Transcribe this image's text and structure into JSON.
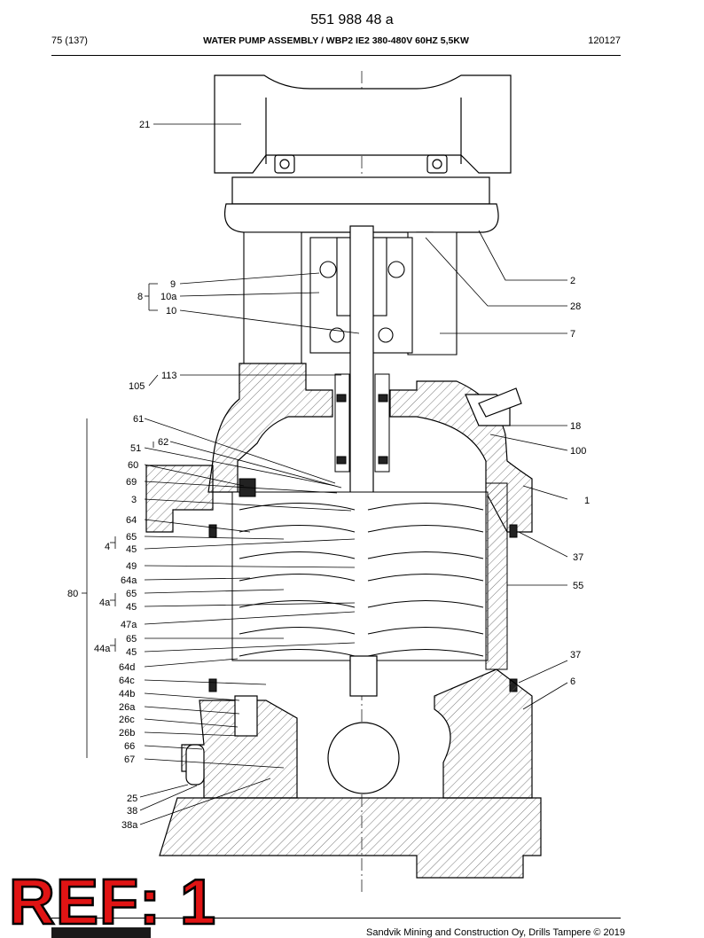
{
  "document_number": "551 988 48 a",
  "header": {
    "page": "75 (137)",
    "title": "WATER PUMP ASSEMBLY / WBP2 IE2 380-480V 60HZ 5,5KW",
    "code": "120127"
  },
  "ref_badge": "REF: 1",
  "footer": {
    "copyright": "Sandvik Mining and Construction Oy, Drills Tampere © 2019"
  },
  "callouts": {
    "c21": "21",
    "c2": "2",
    "c28": "28",
    "c7": "7",
    "c9": "9",
    "c8": "8",
    "c10a": "10a",
    "c10": "10",
    "c113": "113",
    "c105": "105",
    "c61": "61",
    "c18": "18",
    "c51": "51",
    "c62": "62",
    "c100": "100",
    "c60": "60",
    "c69": "69",
    "c3": "3",
    "c1": "1",
    "c64": "64",
    "c4": "4",
    "c65a": "65",
    "c45a": "45",
    "c37a": "37",
    "c49": "49",
    "c64a": "64a",
    "c55": "55",
    "c80": "80",
    "c4a": "4a",
    "c65b": "65",
    "c45b": "45",
    "c47a": "47a",
    "c44a": "44a",
    "c65c": "65",
    "c45c": "45",
    "c37b": "37",
    "c64d": "64d",
    "c6": "6",
    "c64c": "64c",
    "c44b": "44b",
    "c26a": "26a",
    "c26c": "26c",
    "c26b": "26b",
    "c66": "66",
    "c67": "67",
    "c25": "25",
    "c38": "38",
    "c38a": "38a"
  }
}
